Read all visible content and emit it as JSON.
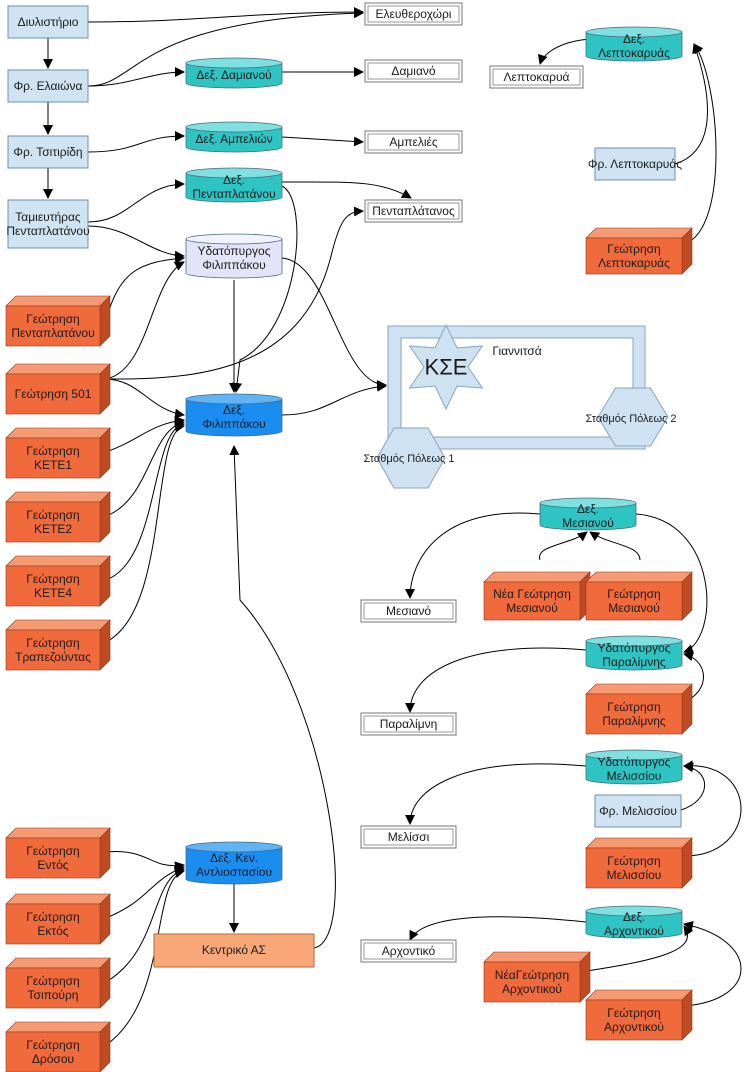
{
  "colors": {
    "box_fill": "#cfe3f3",
    "box_stroke": "#6f8fae",
    "teal_tank": "#2ec4c4",
    "teal_tank_top": "#7fe0df",
    "blue_tank": "#1a8ef0",
    "blue_tank_top": "#5fb3f6",
    "lavender_tank": "#e4e4f8",
    "well_front": "#f06a3c",
    "well_top": "#f59a73",
    "well_side": "#c04a22",
    "dest_fill": "#ffffff",
    "dest_stroke": "#777777",
    "central_fill": "#f8a878",
    "ring_fill": "#cfe2f2",
    "arrow": "#000000"
  },
  "sources": {
    "diulistirio": "Διυλιστήριο",
    "elaiona": "Φρ. Ελαιώνα",
    "tsitiridi": "Φρ. Τσιτιρίδη",
    "tamieutiras": [
      "Ταμιευτήρας",
      "Πενταπλατάνου"
    ],
    "lept_fr": "Φρ. Λεπτοκαρυάς",
    "melissi_fr": "Φρ. Μελισσίου"
  },
  "tanks": {
    "damianou": "Δεξ. Δαμιανού",
    "ampelion": "Δεξ. Αμπελιών",
    "pentaplatanou": [
      "Δεξ.",
      "Πενταπλατάνου"
    ],
    "filippakou_tower": [
      "Υδατόπυργος",
      "Φιλιππάκου"
    ],
    "filippakou": [
      "Δεξ.",
      "Φιλιππάκου"
    ],
    "antl": [
      "Δεξ. Κεν.",
      "Αντλιοστασίου"
    ],
    "leptokaryas": [
      "Δεξ.",
      "Λεπτοκαρυάς"
    ],
    "mesianou": [
      "Δεξ.",
      "Μεσιανού"
    ],
    "paralimnis": [
      "Υδατόπυργος",
      "Παραλίμνης"
    ],
    "melissiou": [
      "Υδατόπυργος",
      "Μελισσίου"
    ],
    "archontikou": [
      "Δεξ.",
      "Αρχοντικού"
    ]
  },
  "wells": {
    "pentaplatanou": [
      "Γεώτρηση",
      "Πενταπλατάνου"
    ],
    "g501": [
      "Γεώτρηση 501"
    ],
    "kete1": [
      "Γεώτρηση",
      "ΚΕΤΕ1"
    ],
    "kete2": [
      "Γεώτρηση",
      "ΚΕΤΕ2"
    ],
    "kete4": [
      "Γεώτρηση",
      "ΚΕΤΕ4"
    ],
    "trapezountas": [
      "Γεώτρηση",
      "Τραπεζούντας"
    ],
    "entos": [
      "Γεώτρηση",
      "Εντός"
    ],
    "ektos": [
      "Γεώτρηση",
      "Εκτός"
    ],
    "tsipouri": [
      "Γεώτρηση",
      "Τσιπούρη"
    ],
    "drosou": [
      "Γεώτρηση",
      "Δρόσου"
    ],
    "leptokaryas": [
      "Γεώτρηση",
      "Λεπτοκαρυάς"
    ],
    "nea_mesianou": [
      "Νέα Γεώτρηση",
      "Μεσιανού"
    ],
    "mesianou": [
      "Γεώτρηση",
      "Μεσιανού"
    ],
    "paralimnis": [
      "Γεώτρηση",
      "Παραλίμνης"
    ],
    "melissiou": [
      "Γεώτρηση",
      "Μελισσίου"
    ],
    "nea_archontikou": [
      "ΝέαΓεώτρηση",
      "Αρχοντικού"
    ],
    "archontikou": [
      "Γεώτρηση",
      "Αρχοντικού"
    ]
  },
  "destinations": {
    "eleutherochori": "Ελευθεροχώρι",
    "damiano": "Δαμιανό",
    "ampelies": "Αμπελιές",
    "pentaplatanos": "Πενταπλάτανος",
    "leptokarya": "Λεπτοκαρυά",
    "mesiano": "Μεσιανό",
    "paralimni": "Παραλίμνη",
    "melissi": "Μελίσσι",
    "archontiko": "Αρχοντικό"
  },
  "central_pump": "Κεντρικό ΑΣ",
  "city": {
    "kse": "ΚΣΕ",
    "giannitsa": "Γιαννιτσά",
    "station1": "Σταθμός Πόλεως 1",
    "station2": "Σταθμός Πόλεως 2"
  }
}
